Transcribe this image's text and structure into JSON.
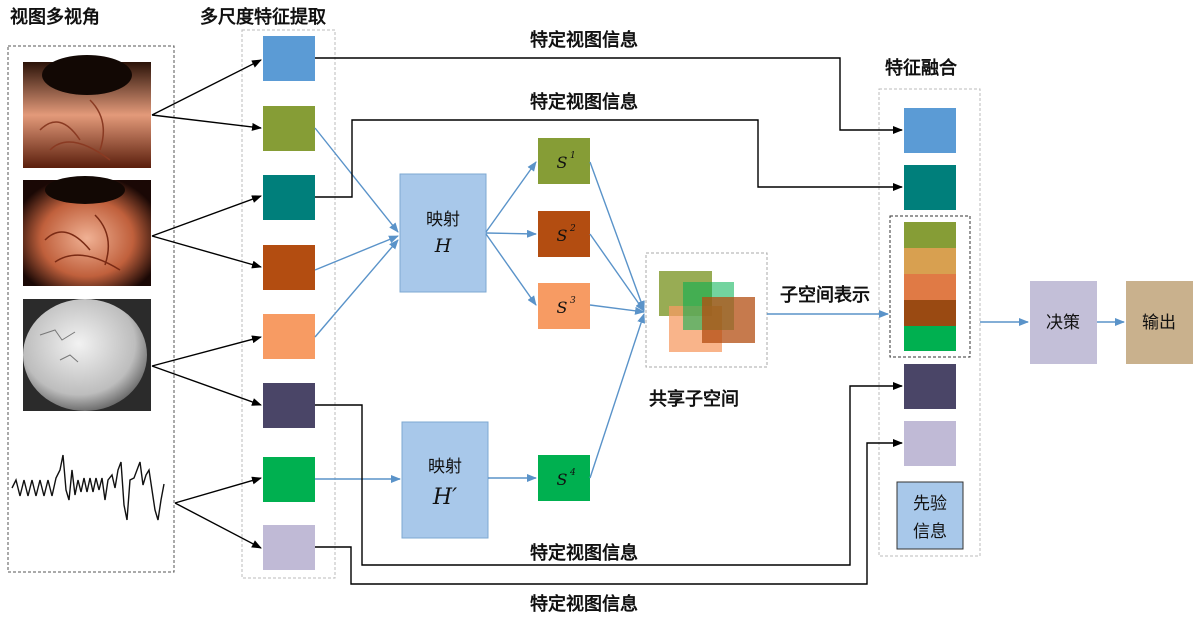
{
  "titles": {
    "views": "视图多视角",
    "extraction": "多尺度特征提取",
    "fusion": "特征融合"
  },
  "labels": {
    "view_specific": "特定视图信息",
    "subspace_repr": "子空间表示",
    "shared_subspace": "共享子空间",
    "mapping": "映射",
    "decision": "决策",
    "output": "输出",
    "prior_line1": "先验",
    "prior_line2": "信息"
  },
  "math": {
    "H": "H",
    "H_prime": "H′",
    "S1": "S",
    "S1_sup": "1",
    "S2": "S",
    "S2_sup": "2",
    "S3": "S",
    "S3_sup": "3",
    "S4": "S",
    "S4_sup": "4"
  },
  "colors": {
    "blue": "#5b9bd5",
    "olive": "#869d36",
    "teal": "#007f7b",
    "rust": "#b34d11",
    "peach": "#f79b63",
    "navy": "#4a4567",
    "green": "#00b050",
    "lavender": "#c0bad6",
    "mapping_box": "#a8c8ea",
    "decision_box": "#c3bfd8",
    "output_box": "#c9b18d",
    "arrow_blue": "#5a93c9"
  }
}
